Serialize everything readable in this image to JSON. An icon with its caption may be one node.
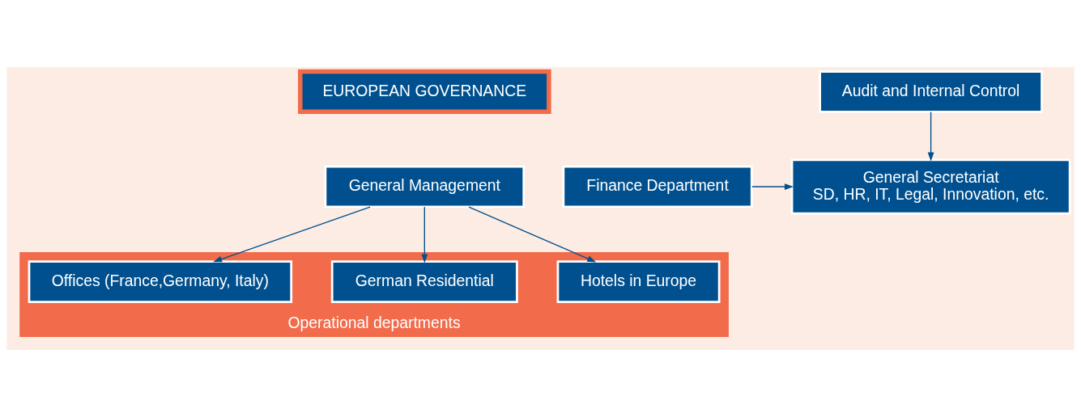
{
  "diagram": {
    "nodes": [
      {
        "text": [
          "EUROPEAN GOVERNANCE"
        ]
      },
      {
        "text": [
          "General Management"
        ]
      },
      {
        "text": [
          "Finance Department"
        ]
      },
      {
        "text": [
          "General Secretariat",
          "SD, HR, IT, Legal, Innovation, etc."
        ]
      },
      {
        "text": [
          "Audit and Internal Control"
        ]
      },
      {
        "text": [
          "Operational departments"
        ]
      },
      {
        "text": [
          "Offices (France,Germany, Italy)"
        ],
        "in": 5
      },
      {
        "text": [
          "German Residential"
        ],
        "in": 5
      },
      {
        "text": [
          "Hotels in Europe"
        ],
        "in": 5
      }
    ],
    "edges": [
      {
        "from": 2,
        "to": 3,
        "arrow": "to"
      },
      {
        "from": 4,
        "to": 3,
        "arrow": "to"
      },
      {
        "from": 1,
        "to": 6,
        "arrow": "to"
      },
      {
        "from": 1,
        "to": 7,
        "arrow": "to"
      },
      {
        "from": 1,
        "to": 8,
        "arrow": "to"
      }
    ]
  }
}
